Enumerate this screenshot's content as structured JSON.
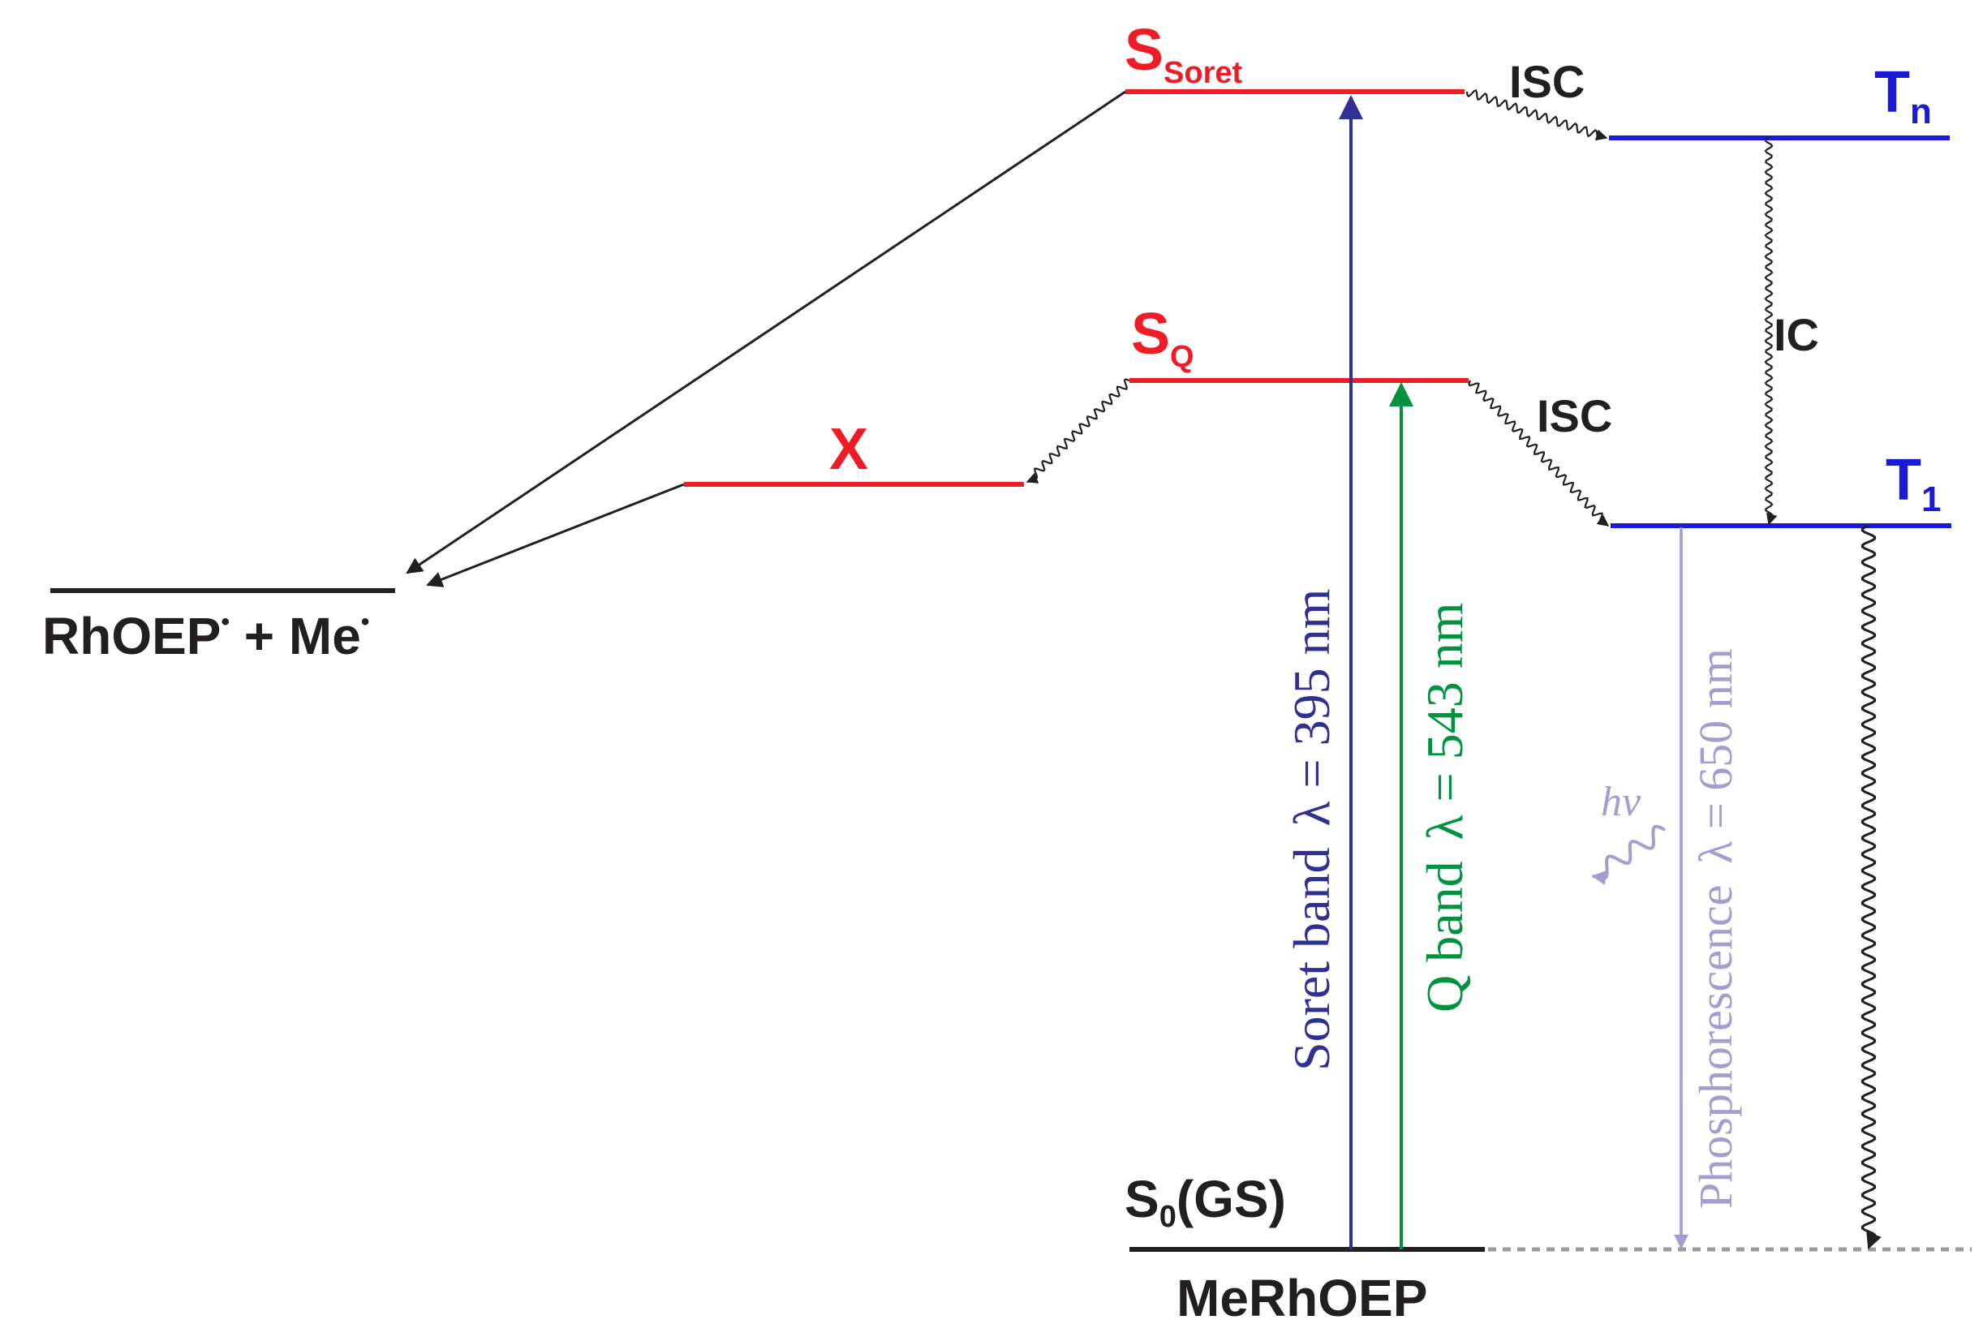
{
  "colors": {
    "singlet": "#ee1c25",
    "triplet": "#1b1bd6",
    "ground": "#231f20",
    "soret_arrow": "#2e3192",
    "q_arrow": "#00923f",
    "phosphorescence": "#a59cd0",
    "dotted": "#9b9b9b"
  },
  "levels": {
    "s_soret": {
      "main": "S",
      "sub": "Soret"
    },
    "s_q": {
      "main": "S",
      "sub": "Q"
    },
    "x": {
      "main": "X"
    },
    "t_n": {
      "main": "T",
      "sub": "n"
    },
    "t_1": {
      "main": "T",
      "sub": "1"
    },
    "s_0": {
      "main": "S",
      "sub": "0",
      "suffix": "(GS)"
    },
    "products": {
      "part1": "RhOEP",
      "dot1": "•",
      "part2": " + Me",
      "dot2": "•"
    },
    "ground_molecule": "MeRhOEP"
  },
  "processes": {
    "isc_upper": "ISC",
    "isc_lower": "ISC",
    "ic": "IC",
    "hv": "hν"
  },
  "transitions": {
    "soret": {
      "name": "Soret band",
      "lambda": "λ = 395 nm"
    },
    "q": {
      "name": "Q band",
      "lambda": "λ = 543 nm"
    },
    "phos": {
      "name": "Phosphorescence",
      "lambda": "λ = 650 nm"
    }
  }
}
